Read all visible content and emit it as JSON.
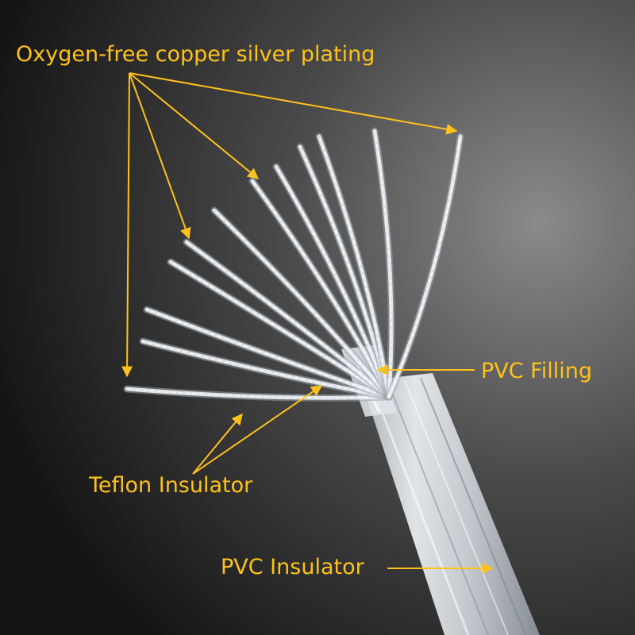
{
  "labels": {
    "conductor": "Oxygen-free copper silver plating",
    "filling": "PVC Filling",
    "inner_insulator": "Teflon Insulator",
    "outer_insulator": "PVC Insulator"
  },
  "colors": {
    "background_light": "#8a8a8a",
    "background_dark": "#141414",
    "annotation": "#ffc21a",
    "wire": "#e9eef2",
    "wire_shadow": "#9aa3ab"
  }
}
